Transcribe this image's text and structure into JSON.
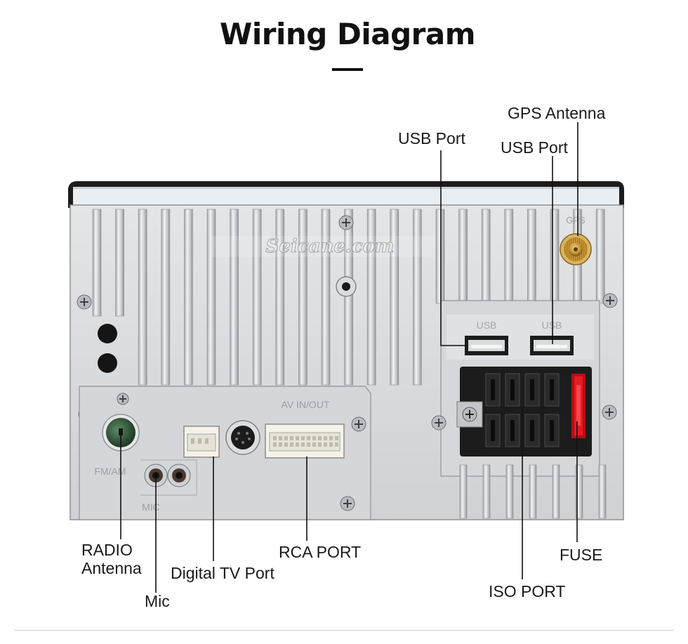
{
  "header": {
    "title": "Wiring Diagram"
  },
  "device": {
    "watermark": "Seicane.com",
    "panel_text": {
      "gps": "GPS",
      "usb_left": "USB",
      "usb_right": "USB",
      "av_in_out": "AV IN/OUT",
      "fm_am": "FM/AM",
      "mic": "MIC"
    }
  },
  "labels": {
    "gps_antenna": "GPS Antenna",
    "usb_port_1": "USB  Port",
    "usb_port_2": "USB  Port",
    "radio_antenna_line1": "RADIO",
    "radio_antenna_line2": "Antenna",
    "digital_tv_port": "Digital TV Port",
    "rca_port": "RCA PORT",
    "mic": "Mic",
    "iso_port": "ISO PORT",
    "fuse": "FUSE"
  },
  "colors": {
    "chassis": "#d7d9dc",
    "fin_dark": "#a9adb2",
    "fin_light": "#eef0f2",
    "leader_line": "#111111",
    "connector_black": "#1c1c1c",
    "connector_white": "#f4f2ea",
    "fuse_red": "#d8141c",
    "gps_gold": "#c99a3c"
  }
}
